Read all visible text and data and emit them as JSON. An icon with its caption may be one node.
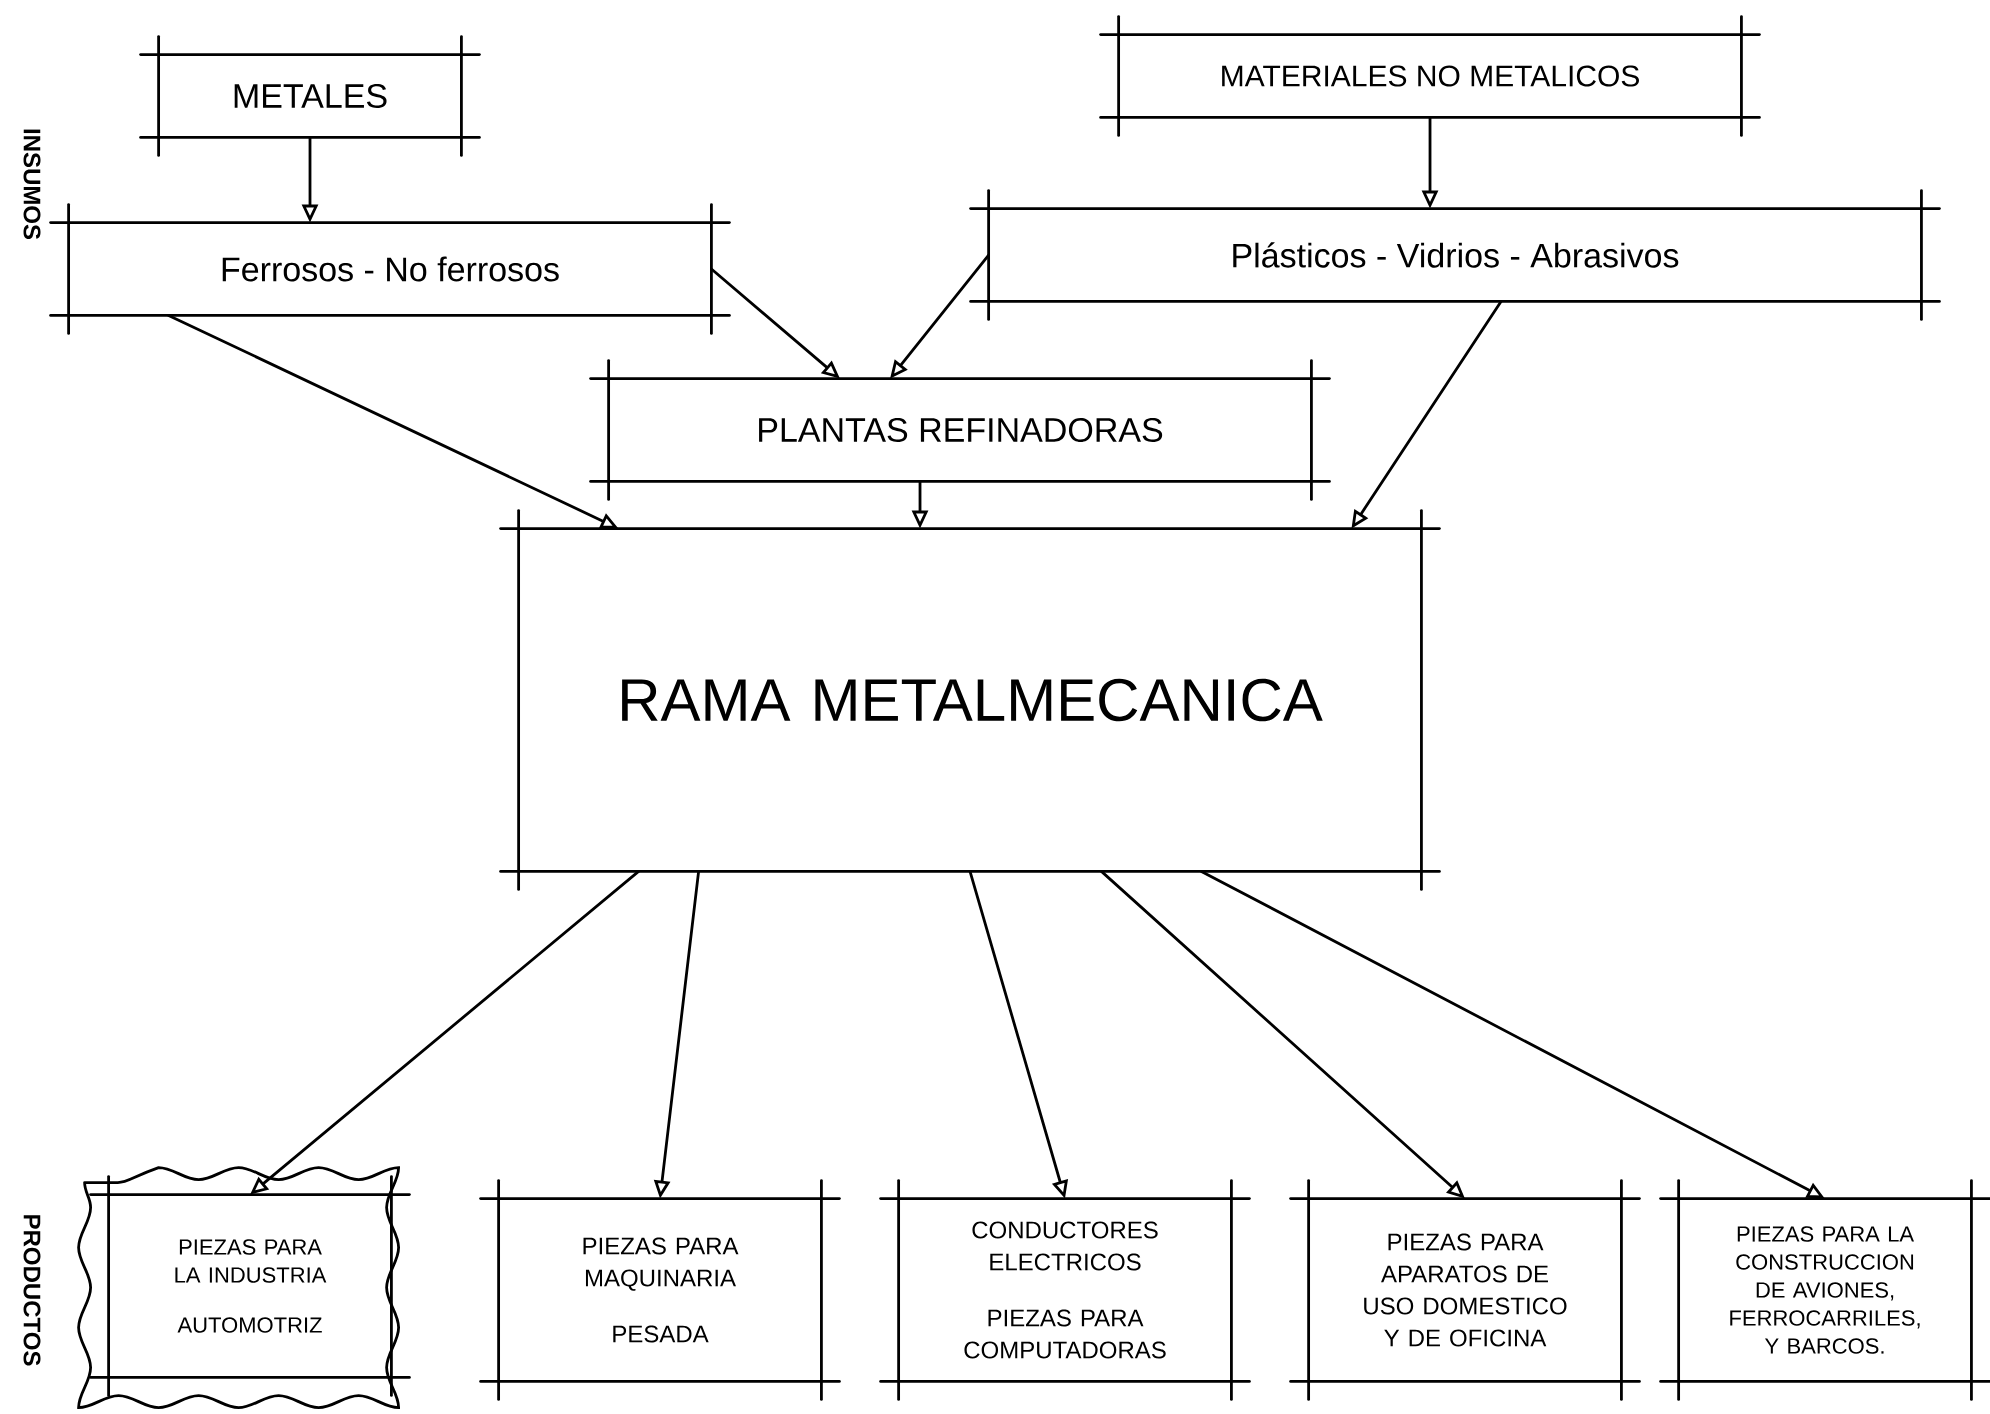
{
  "diagram": {
    "nodes": [
      {
        "text": [
          "METALES"
        ]
      },
      {
        "text": [
          "MATERIALES NO METALICOS"
        ]
      },
      {
        "text": [
          "Ferrosos - No ferrosos"
        ]
      },
      {
        "text": [
          "Plásticos - Vidrios - Abrasivos"
        ]
      },
      {
        "text": [
          "PLANTAS REFINADORAS"
        ]
      },
      {
        "text": [
          "RAMA METALMECANICA"
        ]
      },
      {
        "text": [
          "PIEZAS PARA LA INDUSTRIA",
          "AUTOMOTRIZ"
        ]
      },
      {
        "text": [
          "PIEZAS PARA MAQUINARIA",
          "PESADA"
        ]
      },
      {
        "text": [
          "CONDUCTORES ELECTRICOS",
          "PIEZAS PARA COMPUTADORAS"
        ]
      },
      {
        "text": [
          "PIEZAS PARA APARATOS DE USO DOMESTICO Y DE OFICINA"
        ]
      },
      {
        "text": [
          "PIEZAS PARA LA CONSTRUCCION DE AVIONES, FERROCARRILES, Y BARCOS."
        ]
      }
    ],
    "edges": [
      {
        "from": 0,
        "to": 2,
        "arrow": "to"
      },
      {
        "from": 1,
        "to": 3,
        "arrow": "to"
      },
      {
        "from": 2,
        "to": 4,
        "arrow": "to"
      },
      {
        "from": 3,
        "to": 4,
        "arrow": "to"
      },
      {
        "from": 2,
        "to": 5,
        "arrow": "to"
      },
      {
        "from": 4,
        "to": 5,
        "arrow": "to"
      },
      {
        "from": 3,
        "to": 5,
        "arrow": "to"
      },
      {
        "from": 5,
        "to": 6,
        "arrow": "to"
      },
      {
        "from": 5,
        "to": 7,
        "arrow": "to"
      },
      {
        "from": 5,
        "to": 8,
        "arrow": "to"
      },
      {
        "from": 5,
        "to": 9,
        "arrow": "to"
      },
      {
        "from": 5,
        "to": 10,
        "arrow": "to"
      }
    ],
    "labels": [
      "INSUMOS",
      "PRODUCTOS"
    ]
  }
}
